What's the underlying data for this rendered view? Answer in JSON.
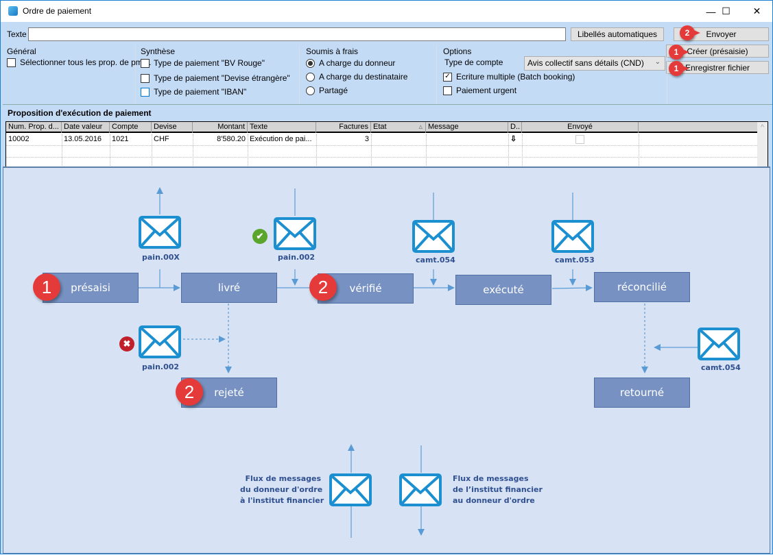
{
  "window": {
    "title": "Ordre de paiement",
    "minimize_glyph": "—",
    "maximize_glyph": "☐",
    "close_glyph": "✕"
  },
  "toolbar": {
    "text_label": "Texte",
    "text_value": "",
    "auto_labels_button": "Libellés automatiques",
    "send_button": "Envoyer",
    "create_button": "Créer (présaisie)",
    "save_file_button": "Enregistrer fichier"
  },
  "annotations": {
    "send_badge": "2",
    "create_badge": "1",
    "save_badge": "1"
  },
  "general": {
    "title": "Général",
    "select_all_label": "Sélectionner tous les prop. de pmts.",
    "select_all_checked": false
  },
  "synthese": {
    "title": "Synthèse",
    "items": [
      {
        "label": "Type de paiement \"BV Rouge\"",
        "checked": false
      },
      {
        "label": "Type de paiement \"Devise étrangère\"",
        "checked": false
      },
      {
        "label": "Type de paiement \"IBAN\"",
        "checked": false
      }
    ]
  },
  "fees": {
    "title": "Soumis à frais",
    "options": [
      {
        "label": "A charge du donneur",
        "selected": true
      },
      {
        "label": "A charge du destinataire",
        "selected": false
      },
      {
        "label": "Partagé",
        "selected": false
      }
    ]
  },
  "options": {
    "title": "Options",
    "account_type_label": "Type de compte",
    "account_type_value": "Avis collectif sans détails (CND)",
    "batch_booking_label": "Ecriture multiple (Batch booking)",
    "batch_booking_checked": true,
    "urgent_label": "Paiement urgent",
    "urgent_checked": false,
    "check_glyph": "✓"
  },
  "proposals": {
    "title": "Proposition d'exécution de paiement",
    "columns": [
      "Num. Prop. d...",
      "Date valeur",
      "Compte",
      "Devise",
      "Montant",
      "Texte",
      "Factures",
      "Etat",
      "Message",
      "D..",
      "Envoyé"
    ],
    "sort_indicator": "▵",
    "rows": [
      {
        "num": "10002",
        "date": "13.05.2016",
        "compte": "1021",
        "devise": "CHF",
        "montant": "8'580.20",
        "texte": "Exécution de pai...",
        "factures": "3",
        "etat": "",
        "message": "",
        "direction": "⇩",
        "envoye": false
      }
    ],
    "scroll_up_glyph": "^"
  },
  "diagram": {
    "states": {
      "presaisi": "présaisi",
      "livre": "livré",
      "verifie": "vérifié",
      "execute": "exécuté",
      "reconcilie": "réconcilié",
      "rejete": "rejeté",
      "retourne": "retourné"
    },
    "step_badges": {
      "presaisi": "1",
      "verifie": "2",
      "rejete": "2"
    },
    "messages": {
      "pain00x": "pain.00X",
      "pain002_ok": "pain.002",
      "camt054_exec": "camt.054",
      "camt053": "camt.053",
      "pain002_err": "pain.002",
      "camt054_ret": "camt.054"
    },
    "status_glyphs": {
      "ok": "✔",
      "err": "✖"
    },
    "legend": {
      "outgoing": [
        "Flux de messages",
        "du donneur d'ordre",
        "à l'institut financier"
      ],
      "incoming": [
        "Flux de messages",
        "de l’institut financier",
        "au donneur d'ordre"
      ]
    },
    "colors": {
      "node_fill": "#7792c2",
      "envelope": "#1b8fd0",
      "arrow": "#5b9bd5",
      "badge": "#e53a3a",
      "ok": "#5aa52b",
      "err": "#c0202a"
    }
  }
}
